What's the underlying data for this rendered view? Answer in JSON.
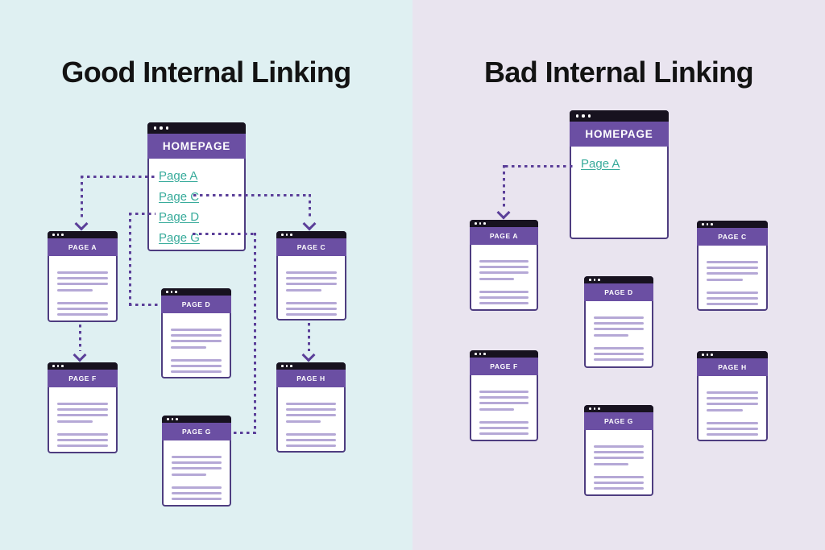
{
  "infographic": {
    "left": {
      "title": "Good Internal Linking",
      "homepage": {
        "title": "HOMEPAGE",
        "links": {
          "a": "Page A",
          "c": "Page C",
          "d": "Page D",
          "g": "Page G"
        }
      },
      "pages": {
        "a": "PAGE A",
        "c": "PAGE C",
        "d": "PAGE D",
        "f": "PAGE F",
        "g": "PAGE G",
        "h": "PAGE H"
      }
    },
    "right": {
      "title": "Bad Internal Linking",
      "homepage": {
        "title": "HOMEPAGE",
        "links": {
          "a": "Page A"
        }
      },
      "pages": {
        "a": "PAGE A",
        "c": "PAGE C",
        "d": "PAGE D",
        "f": "PAGE F",
        "g": "PAGE G",
        "h": "PAGE H"
      }
    },
    "page_line_pattern": [
      "l",
      "l",
      "l",
      "m",
      "gap",
      "l",
      "l",
      "l"
    ],
    "colors": {
      "left_background": "#dff0f2",
      "right_background": "#e9e4ef",
      "window_header_purple": "#6b4fa3",
      "window_border_purple": "#4e3d80",
      "window_topbar_black": "#17121f",
      "link_teal": "#38ab9b",
      "arrow_purple": "#5b3f99",
      "placeholder_line": "#b5a8d6",
      "title_text": "#131313"
    }
  }
}
